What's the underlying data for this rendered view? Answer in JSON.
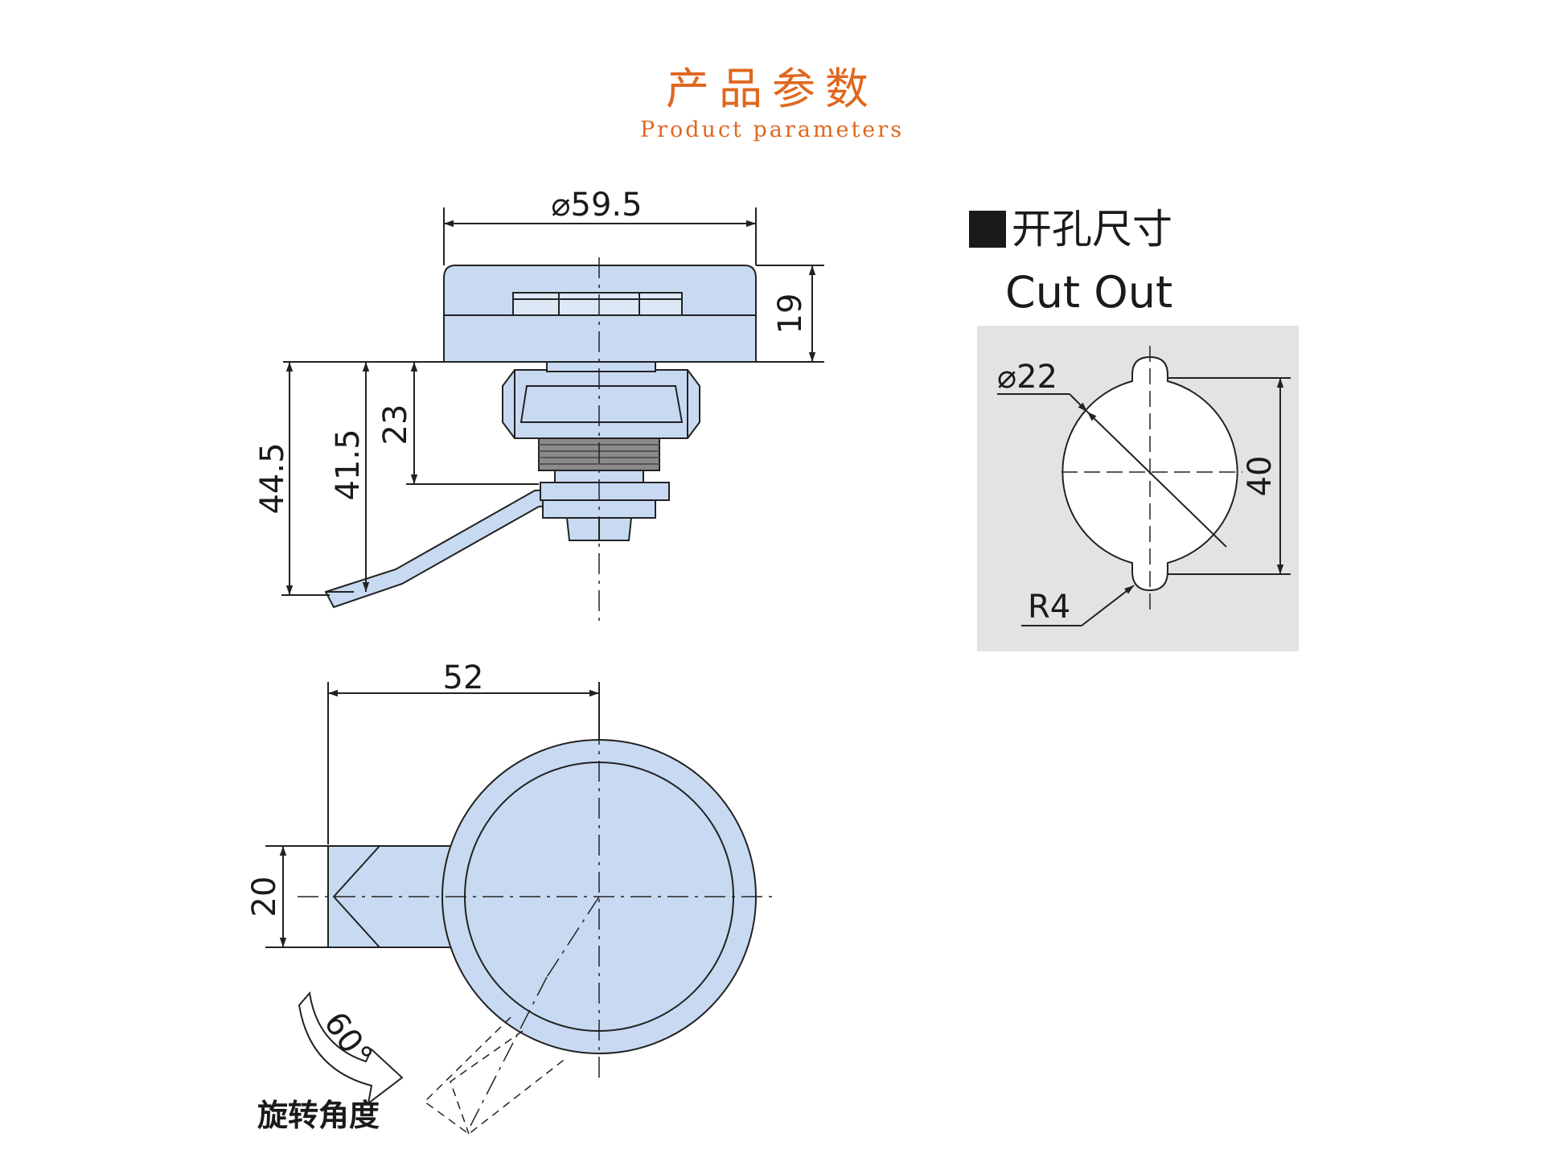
{
  "header": {
    "title": "产品参数",
    "subtitle": "Product parameters"
  },
  "colors": {
    "accent": "#e0671f",
    "part_fill": "#c8daf2",
    "line": "#222222",
    "cutout_bg": "#e3e3e3"
  },
  "side_view": {
    "dimensions": {
      "diameter": "⌀59.5",
      "height_19": "19",
      "height_23": "23",
      "height_41_5": "41.5",
      "height_44_5": "44.5"
    }
  },
  "top_view": {
    "dimensions": {
      "width_52": "52",
      "width_20": "20"
    },
    "rotation_angle": "60°",
    "rotation_label": "旋转角度"
  },
  "cut_out": {
    "title_cn": "开孔尺寸",
    "title_en": "Cut Out",
    "diameter": "⌀22",
    "height": "40",
    "radius": "R4"
  }
}
